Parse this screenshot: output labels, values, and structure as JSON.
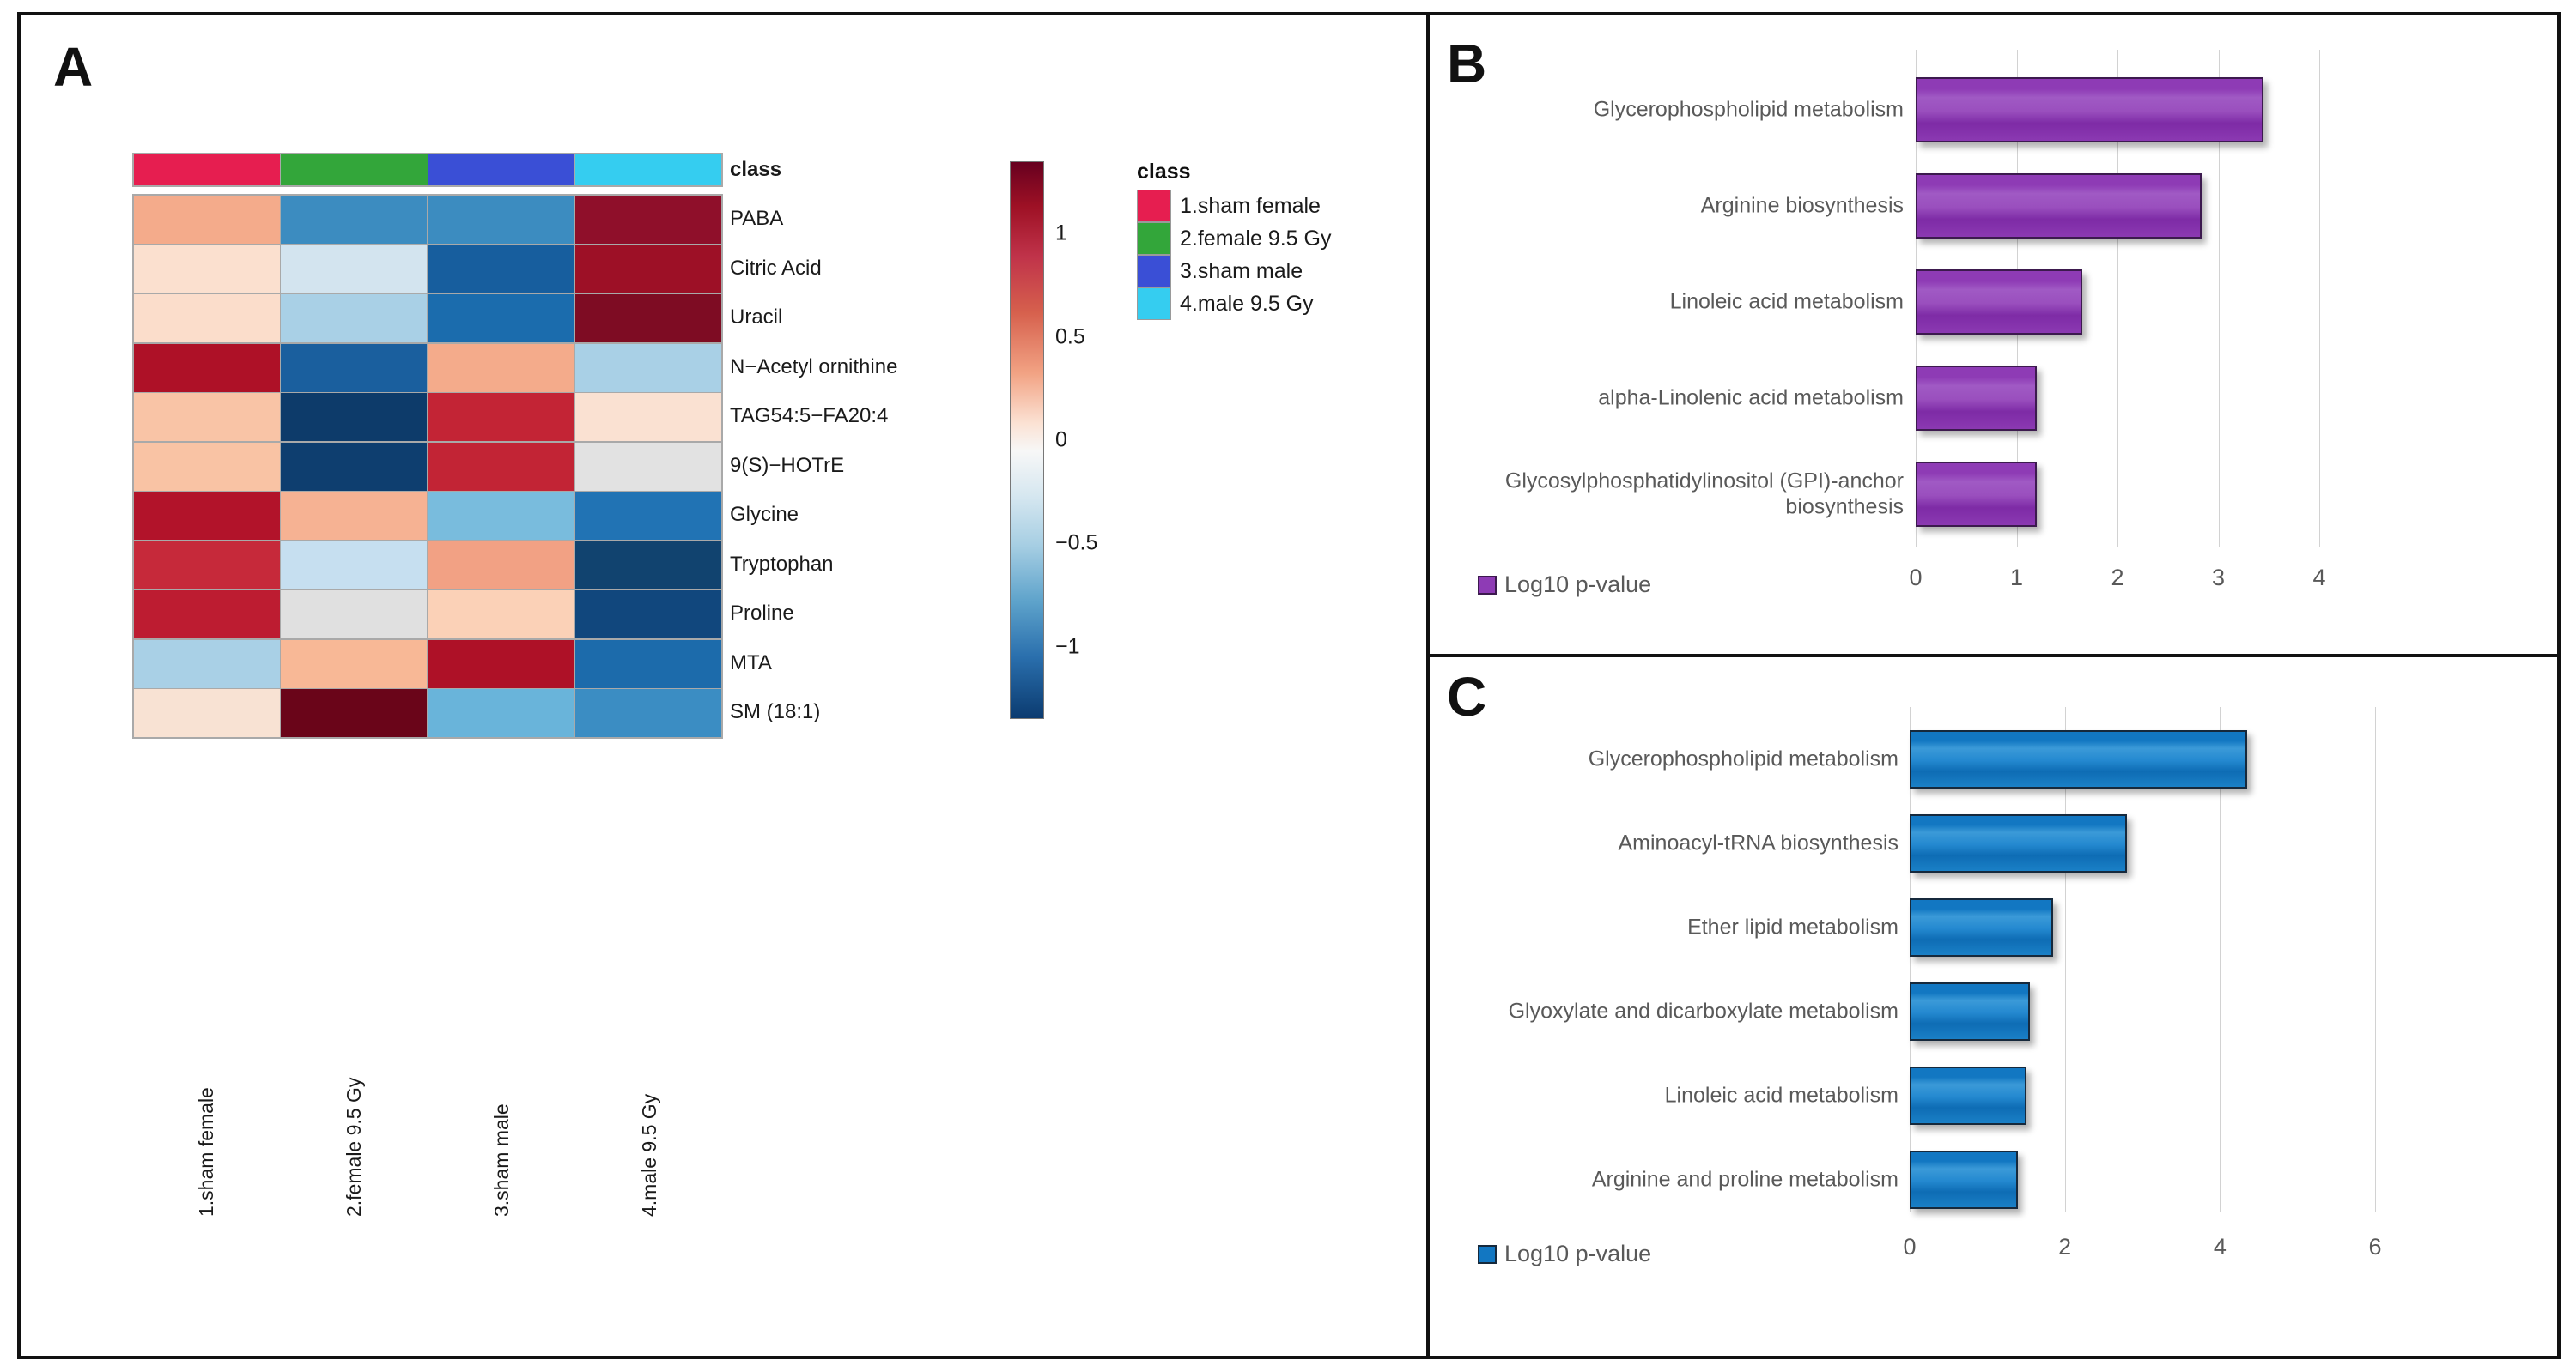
{
  "figure": {
    "panels": {
      "a_letter": "A",
      "b_letter": "B",
      "c_letter": "C"
    }
  },
  "panelA": {
    "class_header_label": "class",
    "colorbar": {
      "ticks": [
        "1",
        "0.5",
        "0",
        "-0.5",
        "-1"
      ],
      "max": 1.35,
      "min": -1.35
    },
    "legend": {
      "title": "class",
      "items": [
        {
          "label": "1.sham female",
          "color": "#e61e50"
        },
        {
          "label": "2.female 9.5 Gy",
          "color": "#33a63a"
        },
        {
          "label": "3.sham male",
          "color": "#3a4fd6"
        },
        {
          "label": "4.male 9.5 Gy",
          "color": "#35cdf0"
        }
      ]
    },
    "heatmap": {
      "columns": [
        "1.sham female",
        "2.female 9.5 Gy",
        "3.sham male",
        "4.male 9.5 Gy"
      ],
      "column_colors": [
        "#e61e50",
        "#33a63a",
        "#3a4fd6",
        "#35cdf0"
      ],
      "rows": [
        "PABA",
        "Citric Acid",
        "Uracil",
        "N−Acetyl ornithine",
        "TAG54:5−FA20:4",
        "9(S)−HOTrE",
        "Glycine",
        "Tryptophan",
        "Proline",
        "MTA",
        "SM (18:1)"
      ],
      "cell_colors": [
        [
          "#f4ab8b",
          "#3c8cc0",
          "#3c8cc0",
          "#8f0f2a"
        ],
        [
          "#fbe0cf",
          "#d3e4ef",
          "#175e9e",
          "#9d1026"
        ],
        [
          "#fbddcb",
          "#a9d0e6",
          "#1b6cad",
          "#7e0c23"
        ],
        [
          "#ae1127",
          "#1a5f9e",
          "#f4ab8b",
          "#a9d0e6"
        ],
        [
          "#f9c4a6",
          "#0d3b6a",
          "#c32435",
          "#fae1d2"
        ],
        [
          "#f9c3a4",
          "#0e3e6f",
          "#c22435",
          "#e2e2e2"
        ],
        [
          "#b2132a",
          "#f6b293",
          "#79bcdd",
          "#2173b4"
        ],
        [
          "#c6293a",
          "#c6dff0",
          "#f2a184",
          "#11436f"
        ],
        [
          "#bd1c31",
          "#e0e0e0",
          "#fbd1b7",
          "#11477d"
        ],
        [
          "#a9d0e6",
          "#f8b896",
          "#ae1127",
          "#1c6bab"
        ],
        [
          "#f8e2d3",
          "#6a0519",
          "#69b4da",
          "#3b8dc3"
        ]
      ],
      "cell_values": [
        [
          0.55,
          -0.75,
          -0.75,
          1.35
        ],
        [
          0.22,
          0.1,
          -1.05,
          1.25
        ],
        [
          0.23,
          -0.35,
          -0.95,
          1.45
        ],
        [
          1.15,
          -1.0,
          0.55,
          -0.35
        ],
        [
          0.4,
          -1.3,
          1.0,
          0.18
        ],
        [
          0.42,
          -1.28,
          1.0,
          -0.05
        ],
        [
          1.1,
          0.45,
          -0.55,
          -0.9
        ],
        [
          0.95,
          -0.25,
          0.58,
          -1.25
        ],
        [
          1.05,
          -0.05,
          0.3,
          -1.22
        ],
        [
          -0.35,
          0.48,
          1.15,
          -0.85
        ],
        [
          0.15,
          1.6,
          -0.5,
          -0.72
        ]
      ]
    }
  },
  "panelB": {
    "chart_data": {
      "type": "bar",
      "orientation": "horizontal",
      "title": "",
      "xlabel": "",
      "ylabel": "",
      "xlim": [
        0,
        4
      ],
      "xticks": [
        "0",
        "1",
        "2",
        "3",
        "4"
      ],
      "grid": true,
      "legend": {
        "label": "Log10 p-value",
        "color": "#8e3bb5",
        "position": "bottom-left"
      },
      "categories": [
        "Glycerophospholipid metabolism",
        "Arginine biosynthesis",
        "Linoleic acid metabolism",
        "alpha-Linolenic acid metabolism",
        "Glycosylphosphatidylinositol (GPI)-anchor biosynthesis"
      ],
      "values": [
        3.45,
        2.83,
        1.65,
        1.2,
        1.2
      ]
    }
  },
  "panelC": {
    "chart_data": {
      "type": "bar",
      "orientation": "horizontal",
      "title": "",
      "xlabel": "",
      "ylabel": "",
      "xlim": [
        0,
        6
      ],
      "xticks": [
        "0",
        "2",
        "4",
        "6"
      ],
      "grid": true,
      "legend": {
        "label": "Log10 p-value",
        "color": "#1277c2",
        "position": "bottom-left"
      },
      "categories": [
        "Glycerophospholipid metabolism",
        "Aminoacyl-tRNA biosynthesis",
        "Ether lipid metabolism",
        "Glyoxylate and dicarboxylate metabolism",
        "Linoleic acid metabolism",
        "Arginine and proline metabolism"
      ],
      "values": [
        4.35,
        2.8,
        1.85,
        1.55,
        1.5,
        1.4
      ]
    }
  }
}
